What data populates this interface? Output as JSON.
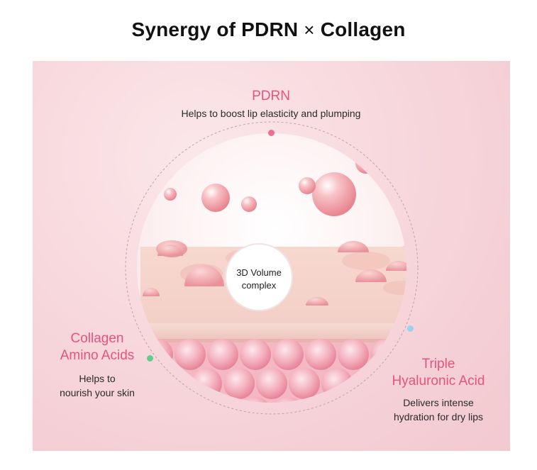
{
  "header": {
    "title_left": "Synergy of PDRN",
    "title_symbol": "×",
    "title_right": "Collagen"
  },
  "center": {
    "line1": "3D Volume",
    "line2": "complex"
  },
  "ingredients": {
    "pdrn": {
      "heading": "PDRN",
      "desc": "Helps to boost lip elasticity and plumping",
      "dot_color": "#f06e93"
    },
    "collagen": {
      "heading_line1": "Collagen",
      "heading_line2": "Amino Acids",
      "desc_line1": "Helps to",
      "desc_line2": "nourish your skin",
      "dot_color": "#5fd08a"
    },
    "hyaluronic": {
      "heading_line1": "Triple",
      "heading_line2": "Hyaluronic Acid",
      "desc_line1": "Delivers intense",
      "desc_line2": "hydration for dry lips",
      "dot_color": "#9ad3f0"
    }
  },
  "colors": {
    "accent": "#e7547a",
    "panel_bg": "#f7d8dd",
    "text": "#2a2a2a"
  }
}
